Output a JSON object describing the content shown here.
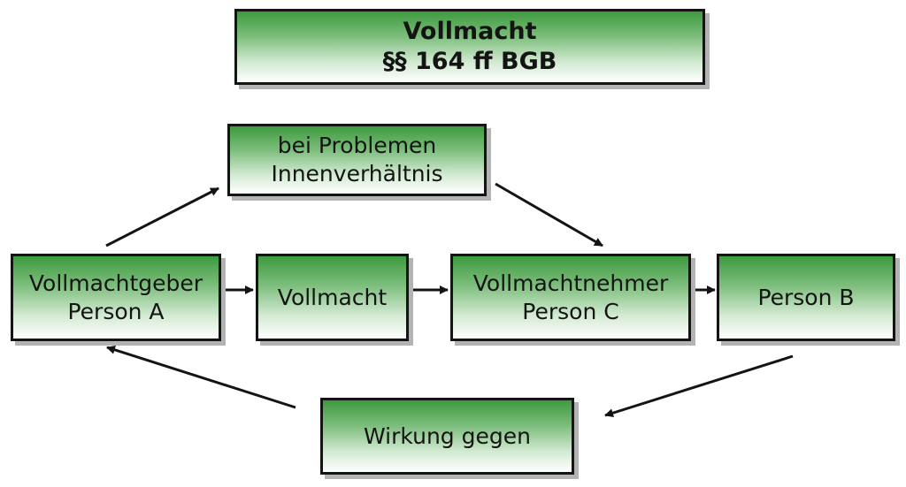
{
  "title": {
    "line1": "Vollmacht",
    "line2": "§§ 164 ff BGB"
  },
  "nodes": {
    "problem": {
      "line1": "bei Problemen",
      "line2": "Innenverhältnis"
    },
    "geber": {
      "line1": "Vollmachtgeber",
      "line2": "Person A"
    },
    "vollmacht": {
      "line1": "Vollmacht"
    },
    "nehmer": {
      "line1": "Vollmachtnehmer",
      "line2": "Person C"
    },
    "personb": {
      "line1": "Person B"
    },
    "wirkung": {
      "line1": "Wirkung gegen"
    }
  },
  "colors": {
    "box_gradient_top": "#3e9a3e",
    "box_gradient_bottom": "#ffffff",
    "border": "#141414",
    "shadow": "#b3b3b3"
  },
  "edges": [
    {
      "from": "geber",
      "to": "problem"
    },
    {
      "from": "problem",
      "to": "nehmer"
    },
    {
      "from": "geber",
      "to": "vollmacht"
    },
    {
      "from": "vollmacht",
      "to": "nehmer"
    },
    {
      "from": "nehmer",
      "to": "personb"
    },
    {
      "from": "personb",
      "to": "wirkung"
    },
    {
      "from": "wirkung",
      "to": "geber"
    }
  ]
}
